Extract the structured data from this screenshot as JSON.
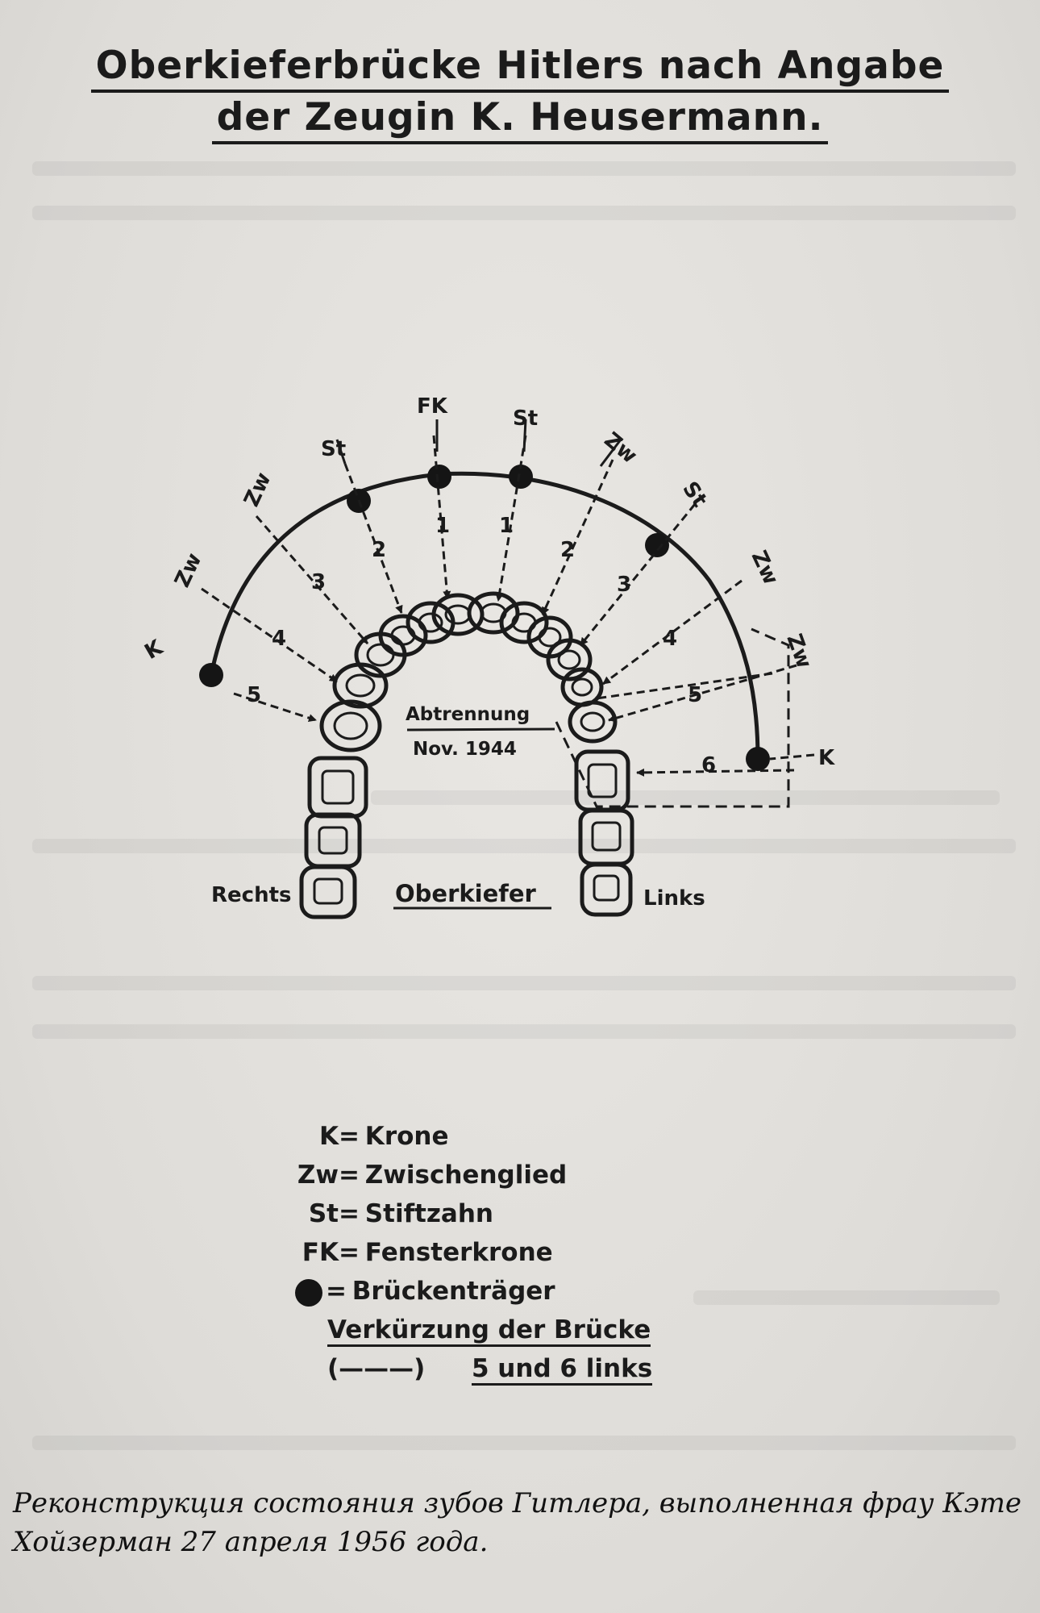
{
  "title": {
    "line1": "Oberkieferbrücke Hitlers nach Angabe",
    "line2": "der Zeugin K. Heusermann."
  },
  "diagram": {
    "bridge_labels": {
      "right_k": "K",
      "right_zw_outer": "Zw",
      "right_zw_inner": "Zw",
      "right_st": "St",
      "fk": "FK",
      "left_st_inner": "St",
      "left_zw_inner": "Zw",
      "left_st_outer": "St",
      "left_zw_outer": "Zw",
      "left_zw_far": "Zw",
      "left_k": "K"
    },
    "tooth_numbers": {
      "r5": "5",
      "r4": "4",
      "r3": "3",
      "r2": "2",
      "r1": "1",
      "l1": "1",
      "l2": "2",
      "l3": "3",
      "l4": "4",
      "l5": "5",
      "l6": "6"
    },
    "separation_label": "Abtrennung",
    "separation_date": "Nov. 1944",
    "side_right": "Rechts",
    "jaw_label": "Oberkiefer",
    "side_left": "Links"
  },
  "legend": {
    "items": [
      {
        "key": "K",
        "text": "Krone"
      },
      {
        "key": "Zw",
        "text": "Zwischenglied"
      },
      {
        "key": "St",
        "text": "Stiftzahn"
      },
      {
        "key": "FK",
        "text": "Fensterkrone"
      }
    ],
    "dot_text": "Brückenträger",
    "shortening_title": "Verkürzung der Brücke",
    "shortening_symbol": "(———)",
    "shortening_detail": "5 und 6 links"
  },
  "caption": "Реконструкция состояния зубов Гитлера, выполненная фрау Кэте Хойзерман 27 апреля 1956 года.",
  "colors": {
    "ink": "#1b1b1b",
    "paper": "#e2e0dc"
  }
}
